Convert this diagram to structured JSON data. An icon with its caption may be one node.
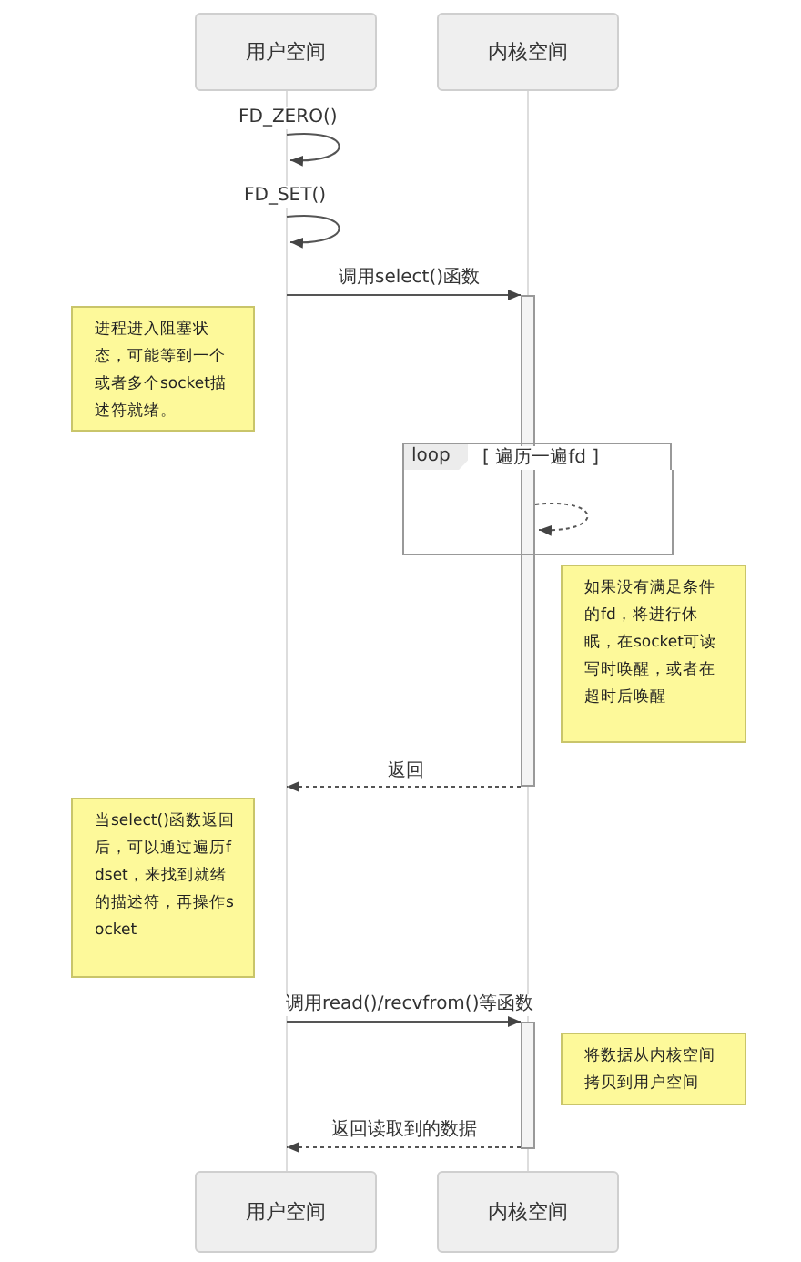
{
  "diagram": {
    "nodes": [
      {
        "text": [
          "用户空间"
        ]
      },
      {
        "text": [
          "内核空间"
        ]
      },
      {
        "text": [],
        "shape": "line"
      },
      {
        "text": [],
        "shape": "bar"
      },
      {
        "text": [
          "进程进入阻塞状态，可能等到一个或者多个socket描述符就绪。"
        ]
      },
      {
        "text": [
          "loop",
          "[ 遍历一遍fd ]"
        ]
      },
      {
        "text": [
          "如果没有满足条件的fd，将进行休眠，在socket可读写时唤醒，或者在超时后唤醒"
        ]
      },
      {
        "text": [
          "当select()函数返回后，可以通过遍历fdset，来找到就绪的描述符，再操作socket"
        ]
      },
      {
        "text": [],
        "shape": "bar"
      },
      {
        "text": [
          "将数据从内核空间拷贝到用户空间"
        ]
      },
      {
        "text": [
          "用户空间"
        ]
      },
      {
        "text": [
          "内核空间"
        ]
      }
    ],
    "edges": [
      {
        "from": 1,
        "to": 3,
        "arrow": "none",
        "color": "#dddddd"
      },
      {
        "from": 3,
        "to": 8,
        "arrow": "none",
        "color": "#dddddd"
      },
      {
        "from": 8,
        "to": 11,
        "arrow": "none",
        "color": "#dddddd"
      },
      {
        "from": 2,
        "to": 2,
        "arrow": "to",
        "label": "FD_ZERO()"
      },
      {
        "from": 2,
        "to": 2,
        "arrow": "to",
        "label": "FD_SET()"
      },
      {
        "from": 2,
        "to": 3,
        "arrow": "to",
        "label": "调用select()函数"
      },
      {
        "from": 3,
        "to": 3,
        "arrow": "to",
        "style": "dashed"
      },
      {
        "from": 3,
        "to": 2,
        "arrow": "to",
        "label": "返回",
        "style": "dashed"
      },
      {
        "from": 2,
        "to": 8,
        "arrow": "to",
        "label": "调用read()/recvfrom()等函数"
      },
      {
        "from": 8,
        "to": 2,
        "arrow": "to",
        "label": "返回读取到的数据",
        "style": "dashed"
      }
    ]
  }
}
